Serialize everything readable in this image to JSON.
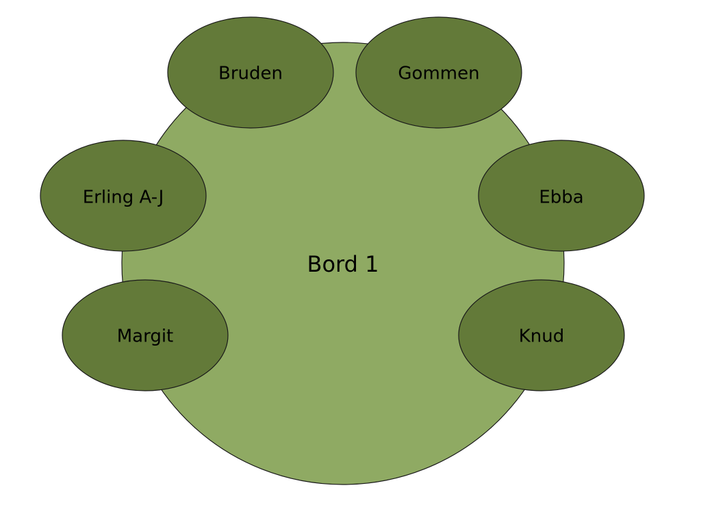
{
  "table": {
    "label": "Bord 1"
  },
  "guests": [
    {
      "name": "Bruden"
    },
    {
      "name": "Gommen"
    },
    {
      "name": "Erling A-J"
    },
    {
      "name": "Ebba"
    },
    {
      "name": "Margit"
    },
    {
      "name": "Knud"
    }
  ],
  "colors": {
    "table_fill": "#8faa63",
    "seat_fill": "#637a39",
    "outline": "#1a1a1a"
  }
}
